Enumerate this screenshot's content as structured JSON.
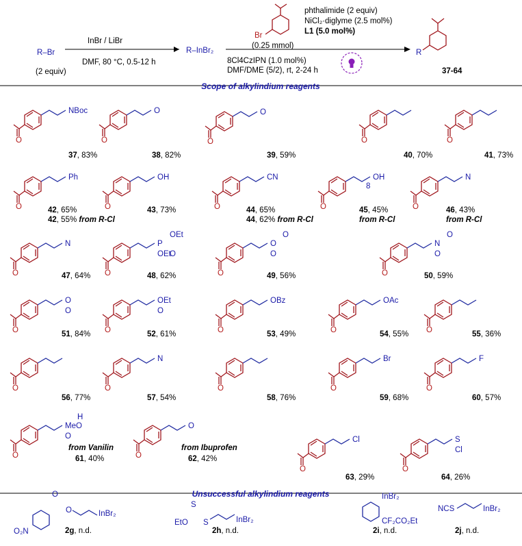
{
  "scheme": {
    "reagent_left": "R–Br",
    "reagent_equiv": "(2 equiv)",
    "cond1_line1": "InBr / LiBr",
    "cond1_line2": "DMF, 80 °C, 0.5-12 h",
    "intermediate": "R–InBr₂",
    "aryl_halide_atom": "Br",
    "aryl_amount": "(0.25 mmol)",
    "cond2_line1": "phthalimide (2 equiv)",
    "cond2_line2": "NiCl₂·diglyme (2.5 mol%)",
    "cond2_line3": "L1 (5.0 mol%)",
    "cond2_line4": "8Cl4CzIPN (1.0 mol%)",
    "cond2_line5": "DMF/DME (5/2), rt, 2-24 h",
    "product_r": "R",
    "product_range": "37-64"
  },
  "section_scope": "Scope of alkylindium reagents",
  "section_unsuccessful": "Unsuccessful alkylindium reagents",
  "compounds": [
    {
      "id": "37",
      "yield": ", 83%",
      "group": "NBoc"
    },
    {
      "id": "38",
      "yield": ", 82%",
      "group": "O"
    },
    {
      "id": "39",
      "yield": ", 59%",
      "group": "O"
    },
    {
      "id": "40",
      "yield": ", 70%",
      "group": ""
    },
    {
      "id": "41",
      "yield": ", 73%",
      "group": ""
    },
    {
      "id": "42",
      "yield": ", 65%",
      "alt": "42",
      "alt_yield": ", 55%",
      "alt_note": "from R-Cl",
      "group": "Ph"
    },
    {
      "id": "43",
      "yield": ", 73%",
      "group": "OH"
    },
    {
      "id": "44",
      "yield": ", 65%",
      "alt": "44",
      "alt_yield": ", 62%",
      "alt_note": "from R-Cl",
      "group": "CN"
    },
    {
      "id": "45",
      "yield": ", 45%",
      "alt_note": "from R-Cl",
      "group": "OH",
      "sub": "8"
    },
    {
      "id": "46",
      "yield": ", 43%",
      "alt_note": "from R-Cl",
      "group": "N"
    },
    {
      "id": "47",
      "yield": ", 64%",
      "group": "N"
    },
    {
      "id": "48",
      "yield": ", 62%",
      "group": "P",
      "g2": "OEt",
      "g3": "OEt",
      "g4": "O"
    },
    {
      "id": "49",
      "yield": ", 56%",
      "group": "O",
      "g2": "O",
      "g3": "O"
    },
    {
      "id": "50",
      "yield": ", 59%",
      "group": "N",
      "g2": "O",
      "g3": "O"
    },
    {
      "id": "51",
      "yield": ", 84%",
      "group": "O",
      "g2": "O"
    },
    {
      "id": "52",
      "yield": ", 61%",
      "group": "OEt",
      "g2": "O"
    },
    {
      "id": "53",
      "yield": ", 49%",
      "group": "OBz"
    },
    {
      "id": "54",
      "yield": ", 55%",
      "group": "OAc"
    },
    {
      "id": "55",
      "yield": ", 36%",
      "group": ""
    },
    {
      "id": "56",
      "yield": ", 77%",
      "group": ""
    },
    {
      "id": "57",
      "yield": ", 54%",
      "group": "N"
    },
    {
      "id": "58",
      "yield": ", 76%",
      "group": ""
    },
    {
      "id": "59",
      "yield": ", 68%",
      "group": "Br"
    },
    {
      "id": "60",
      "yield": ", 57%",
      "group": "F"
    },
    {
      "id": "61",
      "yield": ", 40%",
      "note": "from Vanilin",
      "group": "MeO",
      "g2": "O",
      "g3": "H"
    },
    {
      "id": "62",
      "yield": ", 42%",
      "note": "from Ibuprofen",
      "group": "O"
    },
    {
      "id": "63",
      "yield": ", 29%",
      "group": "Cl"
    },
    {
      "id": "64",
      "yield": ", 26%",
      "group": "S",
      "g2": "Cl"
    }
  ],
  "unsuccessful": [
    {
      "id": "2g",
      "result": ", n.d.",
      "label": "InBr₂",
      "g1": "O₂N",
      "g2": "O",
      "g3": "O"
    },
    {
      "id": "2h",
      "result": ", n.d.",
      "label": "InBr₂",
      "g1": "EtO",
      "g2": "S",
      "g3": "S"
    },
    {
      "id": "2i",
      "result": ", n.d.",
      "label": "InBr₂",
      "g1": "CF₂CO₂Et"
    },
    {
      "id": "2j",
      "result": ", n.d.",
      "label": "InBr₂",
      "g1": "NCS"
    }
  ],
  "colors": {
    "aryl": "#a0161c",
    "alkyl": "#1f2aa0",
    "header": "#1a1aa8"
  }
}
